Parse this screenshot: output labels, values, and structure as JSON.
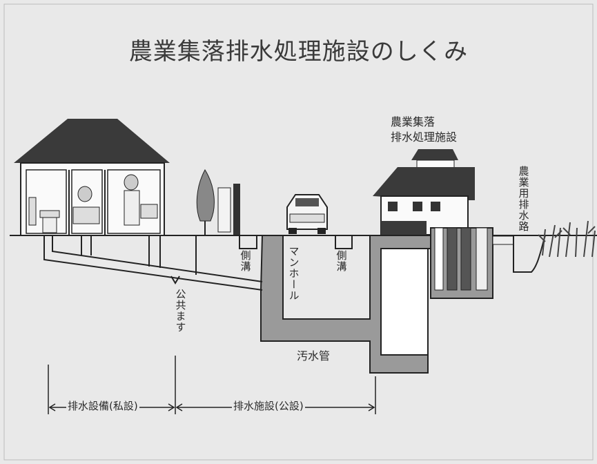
{
  "title": "農業集落排水処理施設のしくみ",
  "labels": {
    "treatment_facility": "農業集落\n排水処理施設",
    "agricultural_drain": "農業用排水路",
    "side_ditch_left": "側溝",
    "side_ditch_right": "側溝",
    "manhole": "マンホール",
    "public_basin": "公共ます",
    "sewer_pipe": "汚水管",
    "private_section": "排水設備(私設)",
    "public_section": "排水施設(公設)"
  },
  "colors": {
    "background": "#e9e9e9",
    "pipe_fill": "#9a9a9a",
    "roof": "#3a3a3a",
    "line": "#222222",
    "tank_fill": "#ffffff"
  }
}
